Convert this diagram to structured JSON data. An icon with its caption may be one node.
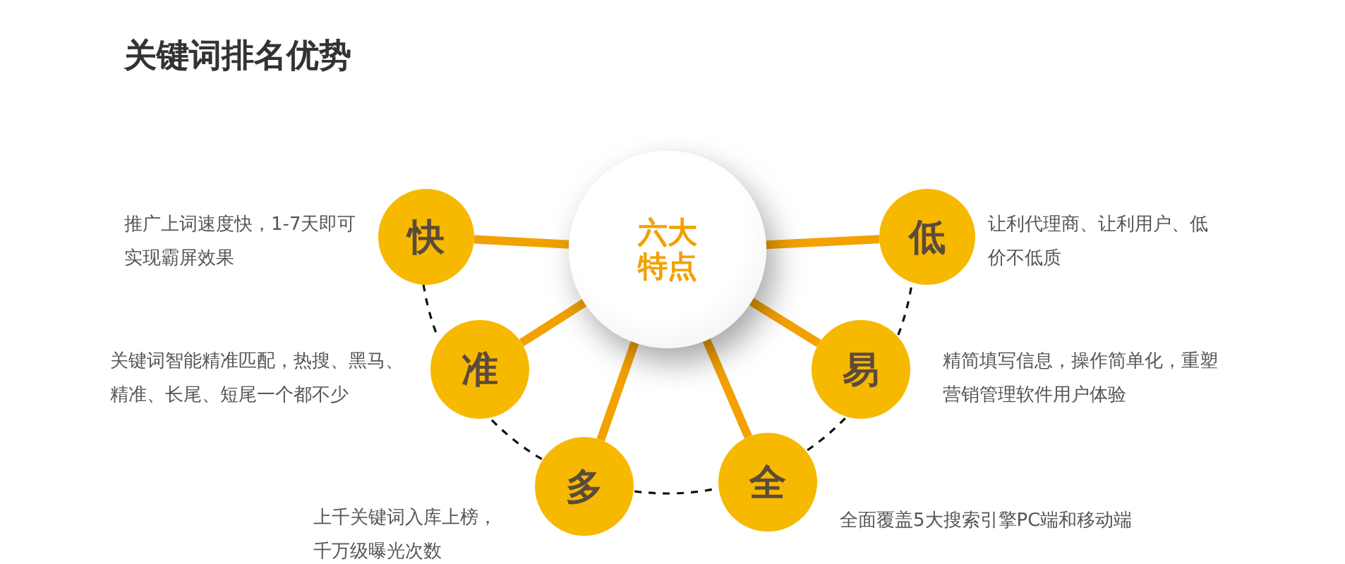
{
  "diagram": {
    "title": "关键词排名优势",
    "nodes": [
      {
        "text": [
          "六大特点"
        ]
      },
      {
        "text": [
          "快"
        ],
        "beside": [
          "推广上词速度快，1-7天即可实现霸屏效果"
        ]
      },
      {
        "text": [
          "准"
        ],
        "beside": [
          "关键词智能精准匹配，热搜、黑马、精准、长尾、短尾一个都不少"
        ]
      },
      {
        "text": [
          "多"
        ],
        "beside": [
          "上千关键词入库上榜，千万级曝光次数"
        ]
      },
      {
        "text": [
          "全"
        ],
        "beside": [
          "全面覆盖5大搜索引擎PC端和移动端"
        ]
      },
      {
        "text": [
          "易"
        ],
        "beside": [
          "精简填写信息，操作简单化，重塑营销管理软件用户体验"
        ]
      },
      {
        "text": [
          "低"
        ],
        "beside": [
          "让利代理商、让利用户、低价不低质"
        ]
      }
    ],
    "edges": [
      {
        "from": 0,
        "to": 1,
        "arrow": "none"
      },
      {
        "from": 0,
        "to": 2,
        "arrow": "none"
      },
      {
        "from": 0,
        "to": 3,
        "arrow": "none"
      },
      {
        "from": 0,
        "to": 4,
        "arrow": "none"
      },
      {
        "from": 0,
        "to": 5,
        "arrow": "none"
      },
      {
        "from": 0,
        "to": 6,
        "arrow": "none"
      },
      {
        "from": 1,
        "to": 2,
        "arrow": "none",
        "style": "dashed",
        "color": "#111111"
      },
      {
        "from": 2,
        "to": 3,
        "arrow": "none",
        "style": "dashed",
        "color": "#111111"
      },
      {
        "from": 3,
        "to": 4,
        "arrow": "none",
        "style": "dashed",
        "color": "#111111"
      },
      {
        "from": 4,
        "to": 5,
        "arrow": "none",
        "style": "dashed",
        "color": "#111111"
      },
      {
        "from": 5,
        "to": 6,
        "arrow": "none",
        "style": "dashed",
        "color": "#111111"
      }
    ]
  }
}
